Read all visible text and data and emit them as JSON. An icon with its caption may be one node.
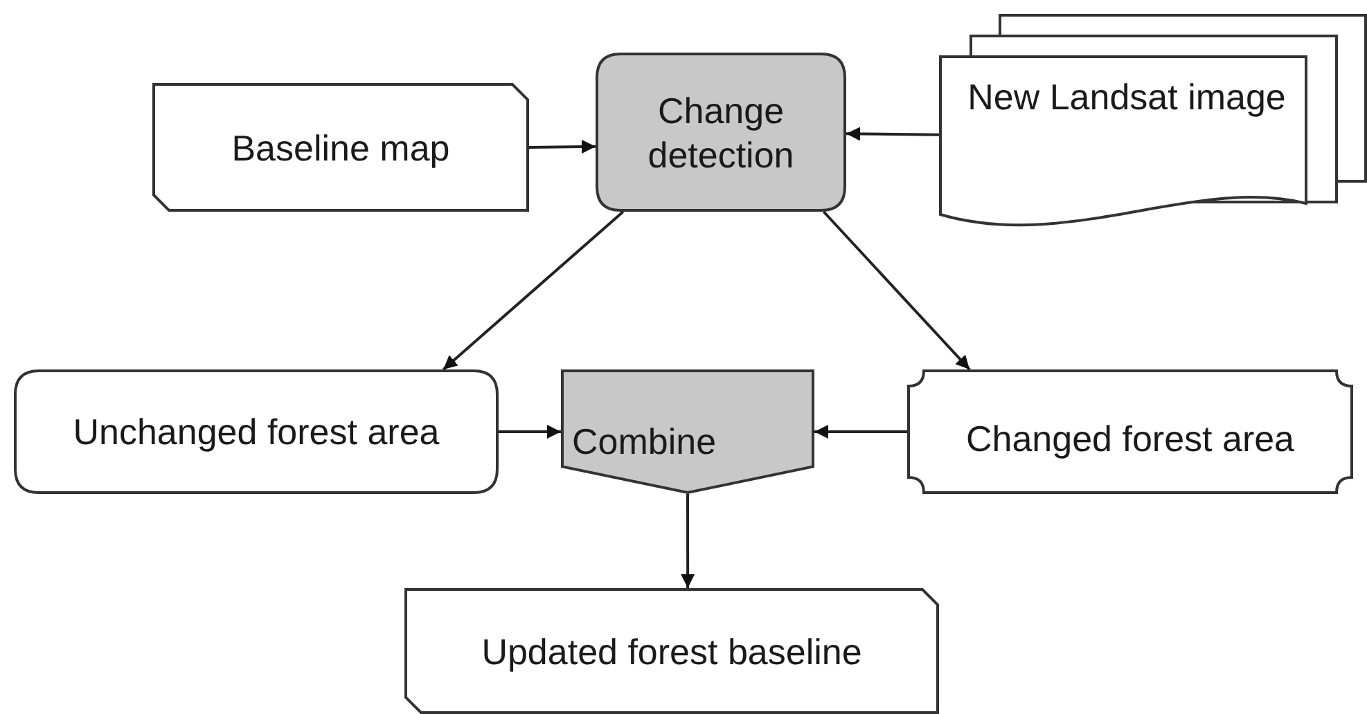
{
  "diagram": {
    "nodes": [
      {
        "text": [
          "Baseline map"
        ]
      },
      {
        "text": [
          "Change detection"
        ]
      },
      {
        "text": [
          "New Landsat image"
        ]
      },
      {
        "text": [
          "Unchanged forest area"
        ]
      },
      {
        "text": [
          "Combine"
        ]
      },
      {
        "text": [
          "Changed forest area"
        ]
      },
      {
        "text": [
          "Updated forest baseline"
        ]
      }
    ],
    "edges": [
      {
        "from": 0,
        "to": 1,
        "arrow": "to"
      },
      {
        "from": 2,
        "to": 1,
        "arrow": "to"
      },
      {
        "from": 1,
        "to": 3,
        "arrow": "to"
      },
      {
        "from": 1,
        "to": 5,
        "arrow": "to"
      },
      {
        "from": 3,
        "to": 4,
        "arrow": "to"
      },
      {
        "from": 5,
        "to": 4,
        "arrow": "to"
      },
      {
        "from": 4,
        "to": 6,
        "arrow": "to"
      }
    ]
  }
}
